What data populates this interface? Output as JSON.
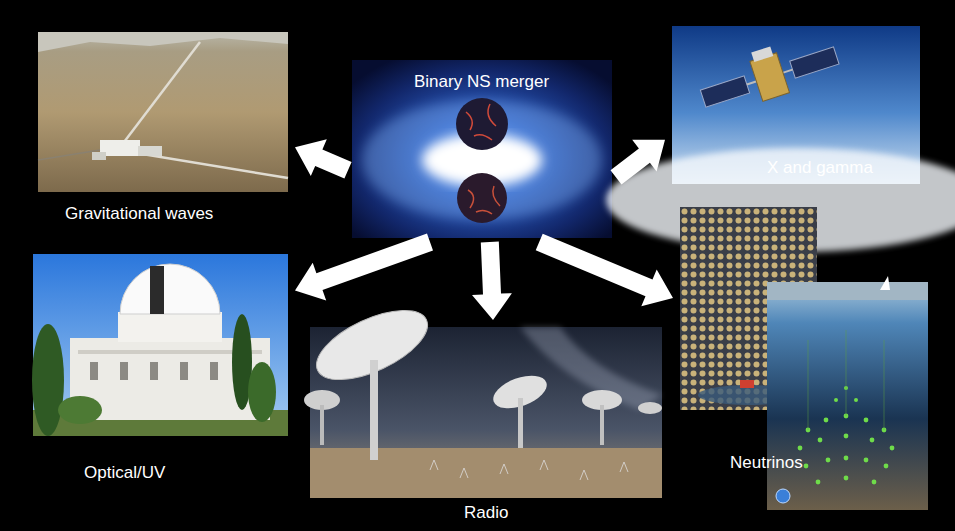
{
  "diagram": {
    "nodes": [
      {
        "text": [
          "Binary NS merger"
        ]
      },
      {
        "text": [
          "Gravitational waves"
        ]
      },
      {
        "text": [
          "X and gamma"
        ]
      },
      {
        "text": [
          "Optical/UV"
        ]
      },
      {
        "text": [
          "Radio"
        ]
      },
      {
        "text": [
          "Neutrinos"
        ]
      }
    ],
    "edges": [
      {
        "from": 0,
        "to": 1,
        "arrow": "to"
      },
      {
        "from": 0,
        "to": 2,
        "arrow": "to"
      },
      {
        "from": 0,
        "to": 3,
        "arrow": "to"
      },
      {
        "from": 0,
        "to": 4,
        "arrow": "to"
      },
      {
        "from": 0,
        "to": 5,
        "arrow": "to"
      }
    ]
  }
}
